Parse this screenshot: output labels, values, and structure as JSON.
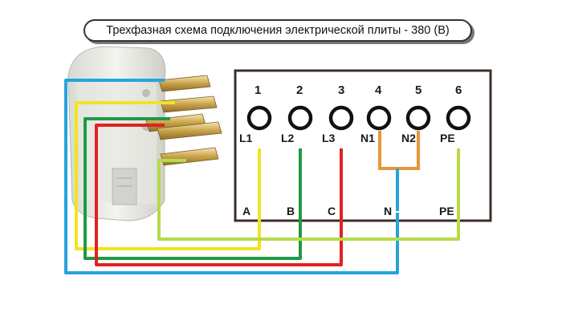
{
  "title": "Трехфазная схема подключения электрической плиты - 380 (В)",
  "terminals": [
    {
      "number": "1",
      "label": "L1"
    },
    {
      "number": "2",
      "label": "L2"
    },
    {
      "number": "3",
      "label": "L3"
    },
    {
      "number": "4",
      "label": "N1"
    },
    {
      "number": "5",
      "label": "N2"
    },
    {
      "number": "6",
      "label": "PE"
    }
  ],
  "wire_labels": [
    "A",
    "B",
    "C",
    "N",
    "PE"
  ],
  "colors": {
    "box_border": "#3b2f28",
    "wire_blue": "#27a3dc",
    "wire_yellow": "#f2e320",
    "wire_green": "#1f9a45",
    "wire_red": "#e02222",
    "wire_yellowgreen": "#b6da48",
    "jumper_orange": "#e8953a"
  },
  "icons": [
    "plug-icon"
  ]
}
